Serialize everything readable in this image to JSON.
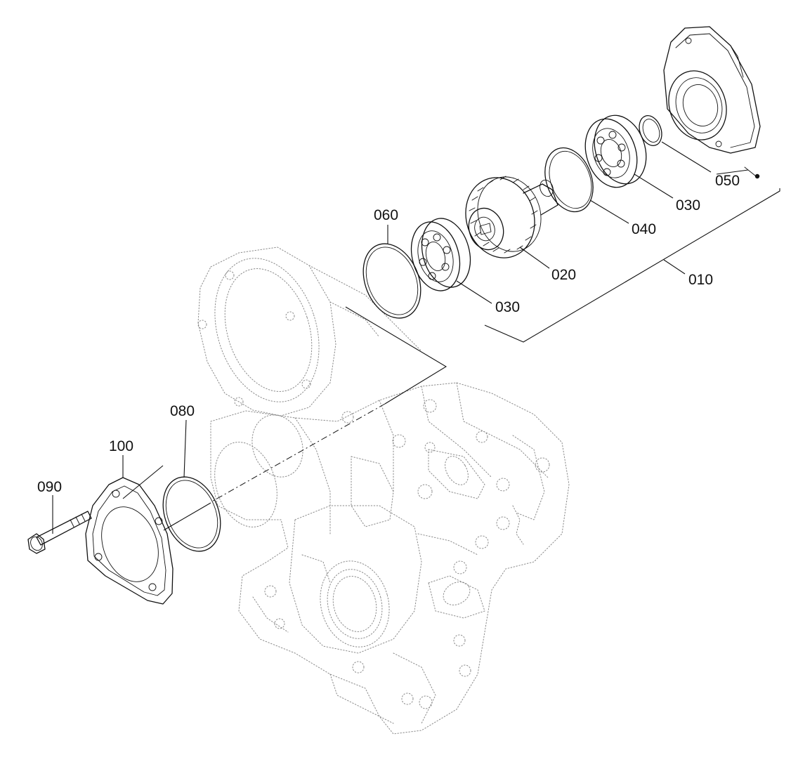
{
  "callouts": {
    "c010": "010",
    "c020": "020",
    "c030a": "030",
    "c030b": "030",
    "c040": "040",
    "c050": "050",
    "c060": "060",
    "c080": "080",
    "c090": "090",
    "c100": "100"
  }
}
